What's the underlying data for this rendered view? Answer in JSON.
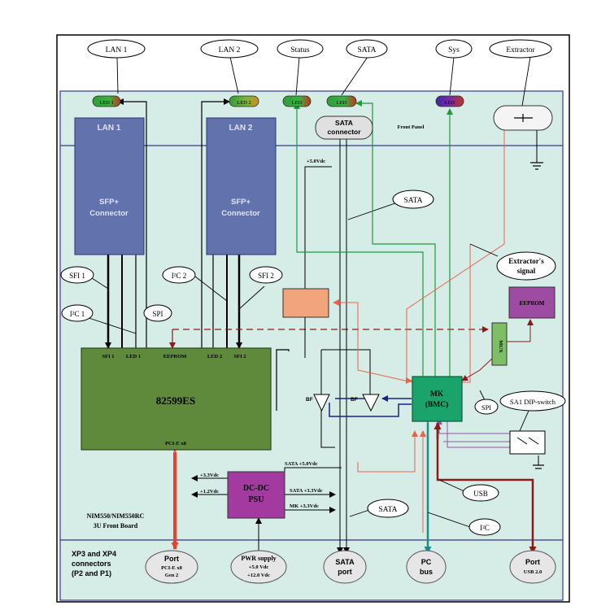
{
  "callouts": {
    "lan1": "LAN 1",
    "lan2": "LAN 2",
    "status": "Status",
    "sata": "SATA",
    "sys": "Sys",
    "extractor": "Extractor",
    "sata_mid": "SATA",
    "sata_bottom": "SATA",
    "extractor_signal_1": "Extractor's",
    "extractor_signal_2": "signal",
    "sfi1": "SFI 1",
    "i2c2": "I²C 2",
    "sfi2": "SFI 2",
    "i2c1": "I²C 1",
    "spi": "SPI",
    "spi_mk": "SPI",
    "sa1_dip": "SA1 DIP-switch",
    "usb": "USB",
    "i2c_bottom": "I²C"
  },
  "leds": {
    "led1": "LED 1",
    "led2": "LED 2",
    "status_led": "LED",
    "sata_led": "LED",
    "sys_led": "LED"
  },
  "blocks": {
    "lan1_title": "LAN 1",
    "lan1_body_1": "SFP+",
    "lan1_body_2": "Connector",
    "lan2_title": "LAN 2",
    "lan2_body_1": "SFP+",
    "lan2_body_2": "Connector",
    "sata_connector_1": "SATA",
    "sata_connector_2": "connector",
    "front_panel": "Front Panel",
    "plus5vdc": "+5.0Vdc",
    "eeprom": "EEPROM",
    "mux": "MUX",
    "chip": "82599ES",
    "chip_ports": [
      "SFI 1",
      "LED 1",
      "EEPROM",
      "LED 2",
      "SFI 2"
    ],
    "chip_pcie": "PCI-E x8",
    "mk_1": "MK",
    "mk_2": "(BMC)",
    "bf_left": "BF",
    "bf_right": "BF",
    "dcdc_1": "DC-DC",
    "dcdc_2": "PSU",
    "sata_5v": "SATA +5.0Vdc",
    "v33": "+3.3Vdc",
    "v12": "+1.2Vdc",
    "sata_33": "SATA +3.3Vdc",
    "mk_33": "MK +3.3Vdc",
    "board_1": "NIM550/NIM550RC",
    "board_2": "3U Front Board"
  },
  "bottom": {
    "connectors_1": "XP3 and XP4",
    "connectors_2": "connectors",
    "connectors_3": "(P2 and P1)",
    "port_pcie_1": "Port",
    "port_pcie_2": "PCI-E x8",
    "port_pcie_3": "Gen 2",
    "pwr_1": "PWR supply",
    "pwr_2": "+5.0 Vdc",
    "pwr_3": "+12.0 Vdc",
    "sata_port_1": "SATA",
    "sata_port_2": "port",
    "pc_bus_1": "PC",
    "pc_bus_2": "bus",
    "usb_port_1": "Port",
    "usb_port_2": "USB 2.0"
  },
  "colors": {
    "board_bg": "#d6ece6",
    "sfp_blue": "#6272ad",
    "chip_green": "#5f8a3c",
    "mk_green": "#1aa36a",
    "dcdc_purple": "#a33aa0",
    "eeprom_purple": "#9e4ba2",
    "orange_box": "#f2a57c",
    "red_power": "#e8412c",
    "teal": "#1a8f8a",
    "dark_red": "#8b1a1a",
    "green_line": "#1f9a3c",
    "purple_line": "#9b55b0",
    "navy": "#1a237e"
  }
}
